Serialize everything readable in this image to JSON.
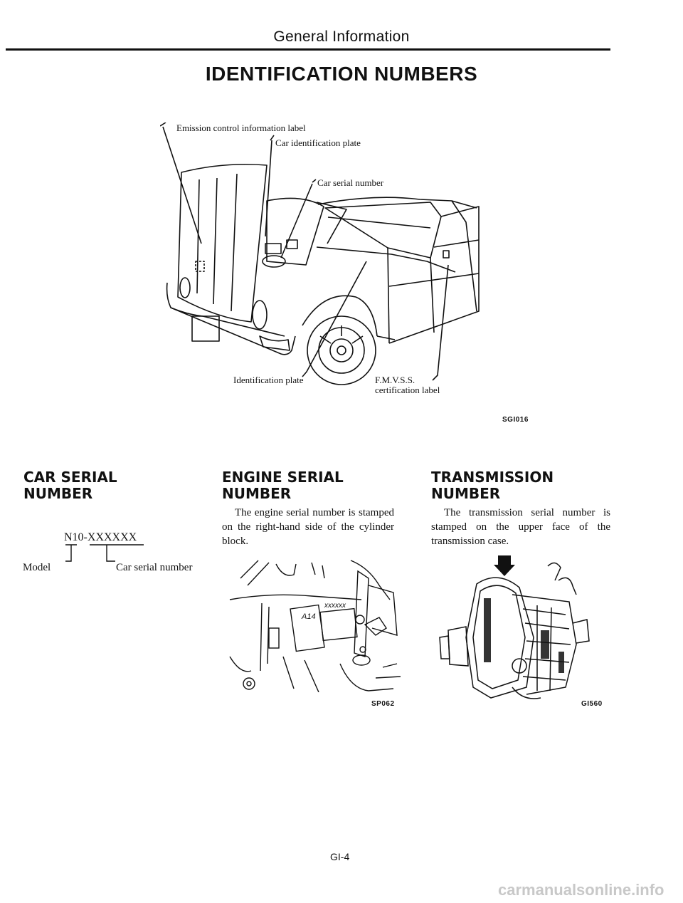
{
  "header": {
    "section": "General Information",
    "title": "IDENTIFICATION NUMBERS"
  },
  "car_figure": {
    "labels": {
      "emission": "Emission control information label",
      "car_plate": "Car identification plate",
      "serial": "Car serial number",
      "ident_plate": "Identification plate",
      "fmvss_1": "F.M.V.S.S.",
      "fmvss_2": "certification label"
    },
    "code": "SGI016"
  },
  "car_serial": {
    "heading_1": "CAR SERIAL",
    "heading_2": "NUMBER",
    "format": "N10-XXXXXX",
    "model_label": "Model",
    "serial_label": "Car serial number"
  },
  "engine_serial": {
    "heading_1": "ENGINE SERIAL",
    "heading_2": "NUMBER",
    "text": "The engine serial number is stamped on the right-hand side of the cylinder block.",
    "stamp_model": "A14",
    "stamp_serial": "xxxxxx",
    "code": "SP062"
  },
  "transmission": {
    "heading_1": "TRANSMISSION",
    "heading_2": "NUMBER",
    "text": "The transmission serial number is stamped on the upper face of the transmission case.",
    "code": "GI560"
  },
  "footer": {
    "page": "GI-4",
    "watermark": "carmanualsonline.info"
  }
}
